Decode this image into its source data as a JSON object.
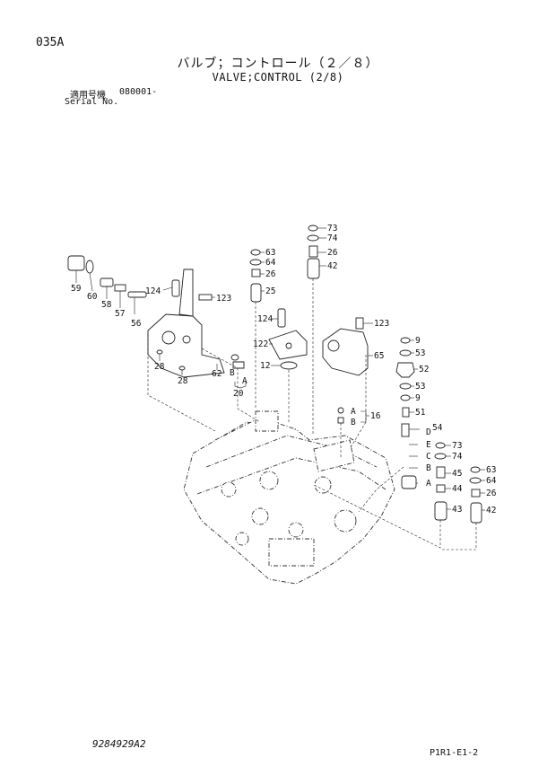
{
  "header": {
    "page_code": "035A",
    "title_jp": "バルブ；コントロール（２／８）",
    "title_en": "VALVE;CONTROL (2/8)",
    "serial_label_jp": "適用号機",
    "serial_value": "080001-",
    "serial_label_en": "Serial No."
  },
  "callouts": [
    {
      "id": "c59",
      "text": "59"
    },
    {
      "id": "c60",
      "text": "60"
    },
    {
      "id": "c58",
      "text": "58"
    },
    {
      "id": "c57",
      "text": "57"
    },
    {
      "id": "c56",
      "text": "56"
    },
    {
      "id": "c124a",
      "text": "124"
    },
    {
      "id": "c123a",
      "text": "123"
    },
    {
      "id": "c28a",
      "text": "28"
    },
    {
      "id": "c28b",
      "text": "28"
    },
    {
      "id": "c62",
      "text": "62"
    },
    {
      "id": "cBa",
      "text": "B"
    },
    {
      "id": "cAa",
      "text": "A"
    },
    {
      "id": "c20",
      "text": "20"
    },
    {
      "id": "c63a",
      "text": "63"
    },
    {
      "id": "c64a",
      "text": "64"
    },
    {
      "id": "c26a",
      "text": "26"
    },
    {
      "id": "c25",
      "text": "25"
    },
    {
      "id": "c124b",
      "text": "124"
    },
    {
      "id": "c122",
      "text": "122"
    },
    {
      "id": "c12",
      "text": "12"
    },
    {
      "id": "c73a",
      "text": "73"
    },
    {
      "id": "c74a",
      "text": "74"
    },
    {
      "id": "c26b",
      "text": "26"
    },
    {
      "id": "c42a",
      "text": "42"
    },
    {
      "id": "c123b",
      "text": "123"
    },
    {
      "id": "c65",
      "text": "65"
    },
    {
      "id": "c9a",
      "text": "9"
    },
    {
      "id": "c53a",
      "text": "53"
    },
    {
      "id": "c52",
      "text": "52"
    },
    {
      "id": "c53b",
      "text": "53"
    },
    {
      "id": "c9b",
      "text": "9"
    },
    {
      "id": "c51",
      "text": "51"
    },
    {
      "id": "cAb",
      "text": "A"
    },
    {
      "id": "cBb",
      "text": "B"
    },
    {
      "id": "c16",
      "text": "16"
    },
    {
      "id": "c54",
      "text": "54"
    },
    {
      "id": "cD",
      "text": "D"
    },
    {
      "id": "cE",
      "text": "E"
    },
    {
      "id": "cC",
      "text": "C"
    },
    {
      "id": "cBc",
      "text": "B"
    },
    {
      "id": "cAc",
      "text": "A"
    },
    {
      "id": "c73b",
      "text": "73"
    },
    {
      "id": "c74b",
      "text": "74"
    },
    {
      "id": "c45",
      "text": "45"
    },
    {
      "id": "c44",
      "text": "44"
    },
    {
      "id": "c43",
      "text": "43"
    },
    {
      "id": "c63b",
      "text": "63"
    },
    {
      "id": "c64b",
      "text": "64"
    },
    {
      "id": "c26c",
      "text": "26"
    },
    {
      "id": "c42b",
      "text": "42"
    }
  ],
  "footer": {
    "drawing_number": "9284929A2",
    "page_ref": "P1R1-E1-2"
  }
}
